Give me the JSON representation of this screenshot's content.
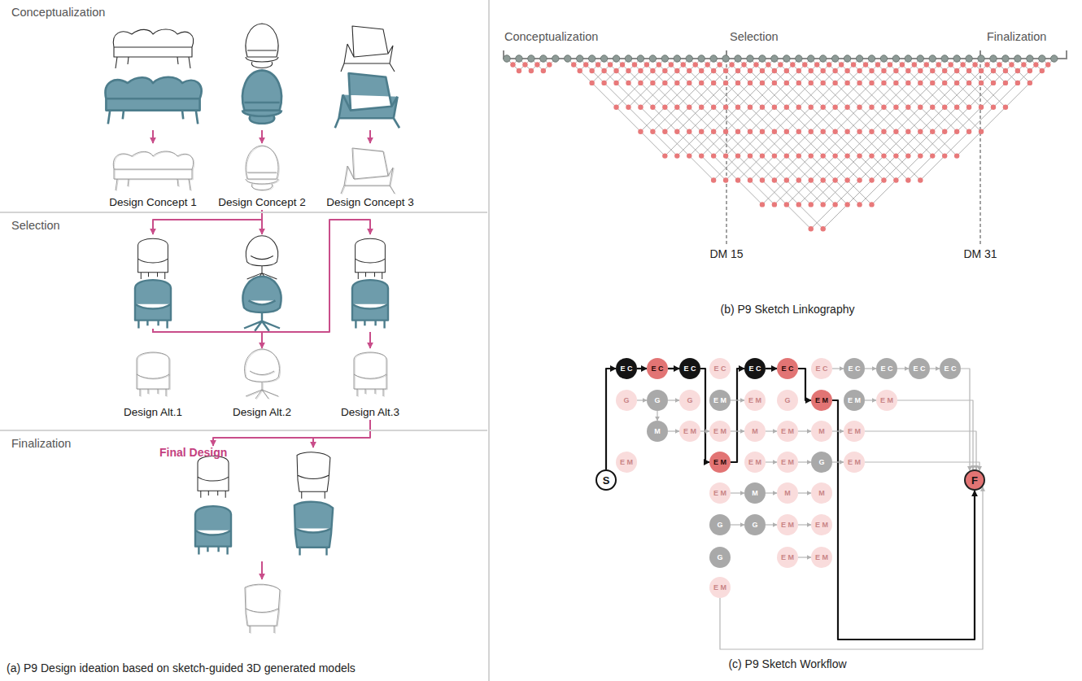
{
  "diagram": {
    "nodes": [
      {
        "text": [
          "Conceptualization"
        ]
      },
      {
        "text": [
          "Design Concept 1"
        ],
        "in": 0
      },
      {
        "text": [
          "Design Concept 2"
        ],
        "in": 0
      },
      {
        "text": [
          "Design Concept 3"
        ],
        "in": 0
      },
      {
        "text": [
          "Selection"
        ]
      },
      {
        "text": [
          "Design Alt.1"
        ],
        "in": 4
      },
      {
        "text": [
          "Design Alt.2"
        ],
        "in": 4
      },
      {
        "text": [
          "Design Alt.3"
        ],
        "in": 4
      },
      {
        "text": [
          "Finalization"
        ]
      },
      {
        "text": [
          "Final Design"
        ],
        "in": 8
      },
      {
        "text": [
          "S"
        ]
      },
      {
        "text": [
          "E C"
        ]
      },
      {
        "text": [
          "E C"
        ]
      },
      {
        "text": [
          "E C"
        ]
      },
      {
        "text": [
          "E C"
        ]
      },
      {
        "text": [
          "E C"
        ]
      },
      {
        "text": [
          "E C"
        ]
      },
      {
        "text": [
          "E C"
        ]
      },
      {
        "text": [
          "E C"
        ]
      },
      {
        "text": [
          "E C"
        ]
      },
      {
        "text": [
          "E C"
        ]
      },
      {
        "text": [
          "E C"
        ]
      },
      {
        "text": [
          "G"
        ]
      },
      {
        "text": [
          "G"
        ]
      },
      {
        "text": [
          "G"
        ]
      },
      {
        "text": [
          "E M"
        ]
      },
      {
        "text": [
          "E M"
        ]
      },
      {
        "text": [
          "G"
        ]
      },
      {
        "text": [
          "E M"
        ]
      },
      {
        "text": [
          "E M"
        ]
      },
      {
        "text": [
          "E M"
        ]
      },
      {
        "text": [
          "M"
        ]
      },
      {
        "text": [
          "E M"
        ]
      },
      {
        "text": [
          "E M"
        ]
      },
      {
        "text": [
          "M"
        ]
      },
      {
        "text": [
          "E M"
        ]
      },
      {
        "text": [
          "M"
        ]
      },
      {
        "text": [
          "E M"
        ]
      },
      {
        "text": [
          "E M"
        ]
      },
      {
        "text": [
          "E M"
        ]
      },
      {
        "text": [
          "E M"
        ]
      },
      {
        "text": [
          "E M"
        ]
      },
      {
        "text": [
          "G"
        ]
      },
      {
        "text": [
          "E M"
        ]
      },
      {
        "text": [
          "E M"
        ]
      },
      {
        "text": [
          "M"
        ]
      },
      {
        "text": [
          "M"
        ]
      },
      {
        "text": [
          "M"
        ]
      },
      {
        "text": [
          "G"
        ]
      },
      {
        "text": [
          "G"
        ]
      },
      {
        "text": [
          "E M"
        ]
      },
      {
        "text": [
          "E M"
        ]
      },
      {
        "text": [
          "G"
        ]
      },
      {
        "text": [
          "E M"
        ]
      },
      {
        "text": [
          "E M"
        ]
      },
      {
        "text": [
          "E M"
        ]
      },
      {
        "text": [
          "F"
        ]
      }
    ],
    "edges": [
      {
        "from": 2,
        "to": 5,
        "arrow": "to"
      },
      {
        "from": 2,
        "to": 6,
        "arrow": "to"
      },
      {
        "from": 5,
        "to": 7,
        "arrow": "to"
      },
      {
        "from": 7,
        "to": 9,
        "arrow": "to"
      },
      {
        "from": 10,
        "to": 11,
        "arrow": "to"
      },
      {
        "from": 11,
        "to": 12,
        "arrow": "to"
      },
      {
        "from": 12,
        "to": 13,
        "arrow": "to"
      },
      {
        "from": 13,
        "to": 39,
        "arrow": "to"
      },
      {
        "from": 39,
        "to": 15,
        "arrow": "to"
      },
      {
        "from": 15,
        "to": 16,
        "arrow": "to"
      },
      {
        "from": 16,
        "to": 28,
        "arrow": "to"
      },
      {
        "from": 28,
        "to": 56,
        "arrow": "to"
      },
      {
        "from": 17,
        "to": 18,
        "arrow": "to"
      },
      {
        "from": 18,
        "to": 19,
        "arrow": "to"
      },
      {
        "from": 19,
        "to": 20,
        "arrow": "to"
      },
      {
        "from": 20,
        "to": 21,
        "arrow": "to"
      },
      {
        "from": 21,
        "to": 56,
        "arrow": "to"
      },
      {
        "from": 22,
        "to": 23,
        "arrow": "to"
      },
      {
        "from": 23,
        "to": 24,
        "arrow": "to"
      },
      {
        "from": 25,
        "to": 26,
        "arrow": "to"
      },
      {
        "from": 29,
        "to": 30,
        "arrow": "to"
      },
      {
        "from": 30,
        "to": 56,
        "arrow": "to"
      },
      {
        "from": 31,
        "to": 32,
        "arrow": "to"
      },
      {
        "from": 32,
        "to": 33,
        "arrow": "to"
      },
      {
        "from": 33,
        "to": 34,
        "arrow": "to"
      },
      {
        "from": 34,
        "to": 35,
        "arrow": "to"
      },
      {
        "from": 35,
        "to": 36,
        "arrow": "to"
      },
      {
        "from": 36,
        "to": 37,
        "arrow": "to"
      },
      {
        "from": 37,
        "to": 56,
        "arrow": "to"
      },
      {
        "from": 40,
        "to": 41,
        "arrow": "to"
      },
      {
        "from": 41,
        "to": 42,
        "arrow": "to"
      },
      {
        "from": 42,
        "to": 43,
        "arrow": "to"
      },
      {
        "from": 43,
        "to": 56,
        "arrow": "to"
      },
      {
        "from": 44,
        "to": 45,
        "arrow": "to"
      },
      {
        "from": 45,
        "to": 46,
        "arrow": "to"
      },
      {
        "from": 46,
        "to": 47,
        "arrow": "to"
      },
      {
        "from": 48,
        "to": 49,
        "arrow": "to"
      },
      {
        "from": 49,
        "to": 50,
        "arrow": "to"
      },
      {
        "from": 50,
        "to": 51,
        "arrow": "to"
      },
      {
        "from": 53,
        "to": 54,
        "arrow": "to"
      },
      {
        "from": 23,
        "to": 31,
        "arrow": "to"
      },
      {
        "from": 55,
        "to": 56,
        "arrow": "to"
      }
    ],
    "labels": [
      "Conceptualization",
      "Selection",
      "Finalization",
      "DM 15",
      "DM 31",
      "(a) P9 Design ideation based on sketch-guided 3D generated models",
      "(b) P9 Sketch Linkography",
      "(c) P9 Sketch Workflow"
    ]
  }
}
